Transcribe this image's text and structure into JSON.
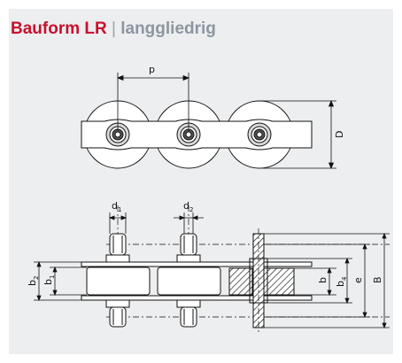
{
  "title": {
    "main": "Bauform LR",
    "separator": "|",
    "sub": "langgliedrig"
  },
  "labels": {
    "p": "p",
    "D": "D",
    "d1": "d",
    "d1_sub": "1",
    "d2": "d",
    "d2_sub": "2",
    "b1": "b",
    "b1_sub": "1",
    "b2": "b",
    "b2_sub": "2",
    "b": "b",
    "b4": "b",
    "b4_sub": "4",
    "e": "e",
    "B": "B"
  },
  "colors": {
    "title": "#c8102e",
    "subtitle": "#8d96a0",
    "panel": "#eceef0",
    "line": "#111111"
  }
}
